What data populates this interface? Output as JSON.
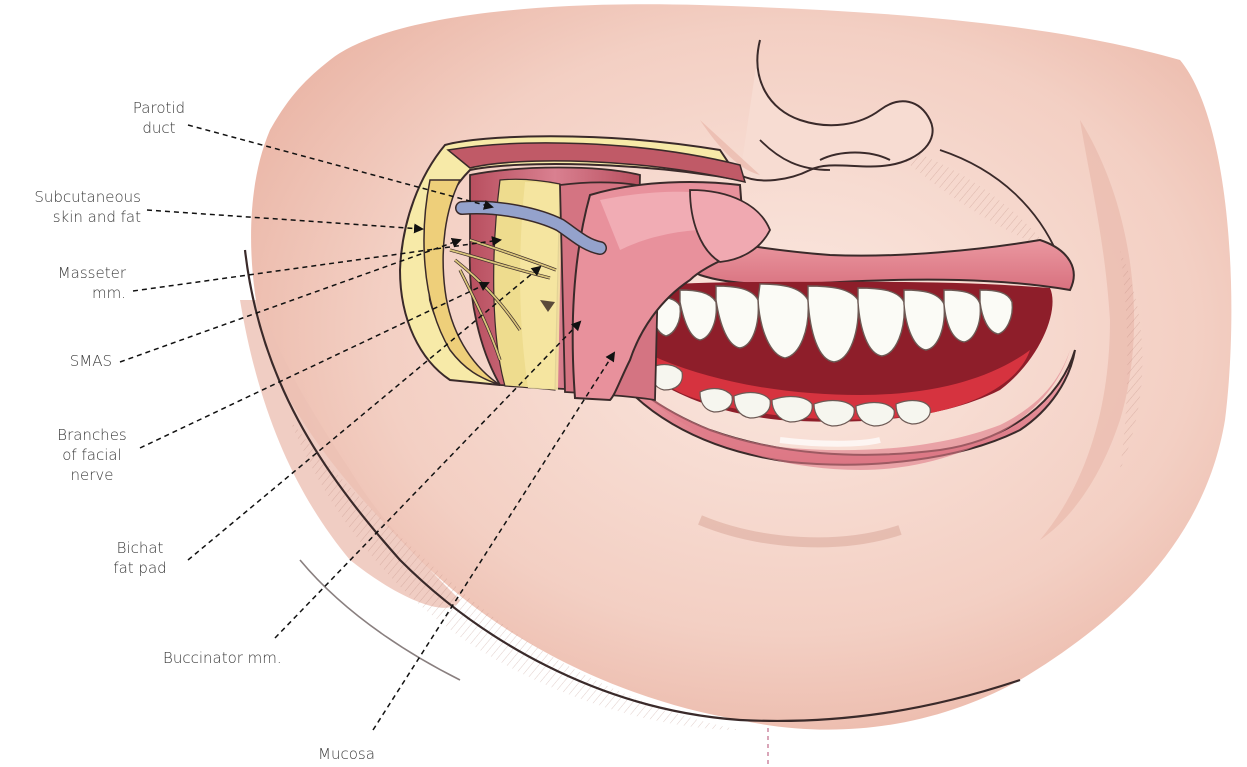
{
  "labels": {
    "parotid_duct": [
      "Parotid",
      "duct"
    ],
    "subcutaneous": [
      "Subcutaneous",
      "skin and fat"
    ],
    "masseter": [
      "Masseter",
      "mm."
    ],
    "smas": [
      "SMAS"
    ],
    "facial_nerve": [
      "Branches",
      "of facial",
      "nerve"
    ],
    "bichat": [
      "Bichat",
      "fat pad"
    ],
    "buccinator": [
      "Buccinator mm."
    ],
    "mucosa": [
      "Mucosa"
    ]
  },
  "colors": {
    "skin": "#f6d7cc",
    "skin_shadow": "#e9b5a5",
    "lip": "#e58e97",
    "lip_dark": "#c45f6c",
    "gum": "#cf3a45",
    "teeth": "#fbfbf6",
    "muscle": "#c55d6b",
    "fat": "#f0dc9a",
    "duct": "#8f9cc6",
    "nerve": "#c9b36a",
    "outline": "#3a2a2a",
    "leader": "#1a1a1a"
  }
}
